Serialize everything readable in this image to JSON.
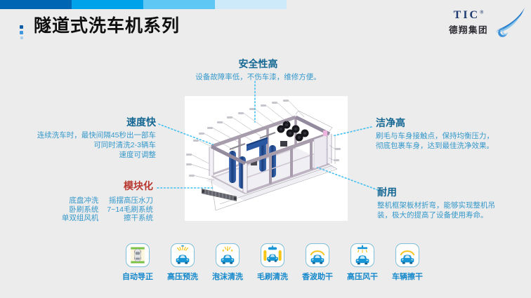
{
  "slide": {
    "title": "隧道式洗车机系列",
    "background": "#ececec",
    "top_bar_colors": [
      "#0066b4",
      "#00a2e9",
      "#5fc7f3",
      "#cdeafb"
    ]
  },
  "logo": {
    "name": "TIC",
    "reg": "®",
    "company": "德翔集团"
  },
  "callouts": {
    "safety": {
      "title": "安全性高",
      "body": "设备故障率低，不伤车漆，维修方便。"
    },
    "speed": {
      "title": "速度快",
      "lines": [
        "连续洗车时，最快间隔45秒出一部车",
        "可同时清洗2-3辆车",
        "速度可调整"
      ]
    },
    "clean": {
      "title": "洁净高",
      "lines": [
        "刷毛与车身接触点，保持均衡压力，",
        "彻底包裹车身，达到最佳洗净效果。"
      ]
    },
    "modular": {
      "title": "模块化",
      "items": [
        [
          "底盘冲洗",
          "摇摆高压水刀"
        ],
        [
          "卧刷系统",
          "7~14毛刷系统"
        ],
        [
          "单双组风机",
          "擦干系统"
        ]
      ]
    },
    "durable": {
      "title": "耐用",
      "lines": [
        "整机框架板材折弯，能够实现整机吊",
        "装，极大的提高了设备使用寿命。"
      ]
    }
  },
  "features": [
    {
      "label": "自动导正",
      "icon": "car-top-guide-icon"
    },
    {
      "label": "高压预洗",
      "icon": "car-spray-icon"
    },
    {
      "label": "泡沫清洗",
      "icon": "car-foam-icon"
    },
    {
      "label": "毛刷清洗",
      "icon": "car-brush-icon"
    },
    {
      "label": "香波助干",
      "icon": "car-shampoo-arc-icon"
    },
    {
      "label": "高压风干",
      "icon": "car-blower-icon"
    },
    {
      "label": "车辆擦干",
      "icon": "car-wipe-arc-icon"
    }
  ],
  "colors": {
    "connector": "#44c0f2",
    "callout_title": "#156793",
    "callout_body": "#3598cb",
    "modular_title": "#b8382f",
    "feature_label": "#1488cb",
    "icon_blue": "#1795d4",
    "icon_yellow": "#f6c51a",
    "icon_green": "#7cc244",
    "machine_frame": "#a89dac",
    "brush_blue": "#2a57a2",
    "accent_pink": "#eeb2de"
  }
}
